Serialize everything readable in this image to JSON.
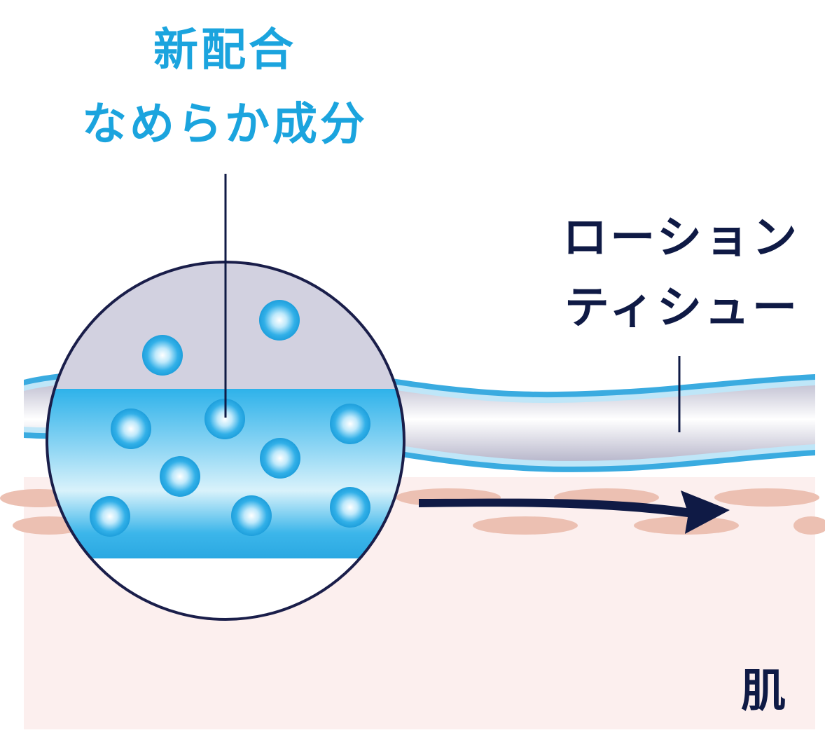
{
  "labels": {
    "ingredient_line1": "新配合",
    "ingredient_line2": "なめらか成分",
    "tissue_line1": "ローション",
    "tissue_line2": "ティシュー",
    "skin": "肌"
  },
  "colors": {
    "ingredient_text": "#1ba4de",
    "dark_text": "#0f1a45",
    "skin_base": "#fcefee",
    "skin_cells": "#ecc0b2",
    "tissue_blue": "#3aabe0",
    "tissue_gray": "#c9c8d8",
    "lotion_blue": "#2fb0e8",
    "circle_outline": "#1a1e4a",
    "arrow": "#0f1a45"
  }
}
